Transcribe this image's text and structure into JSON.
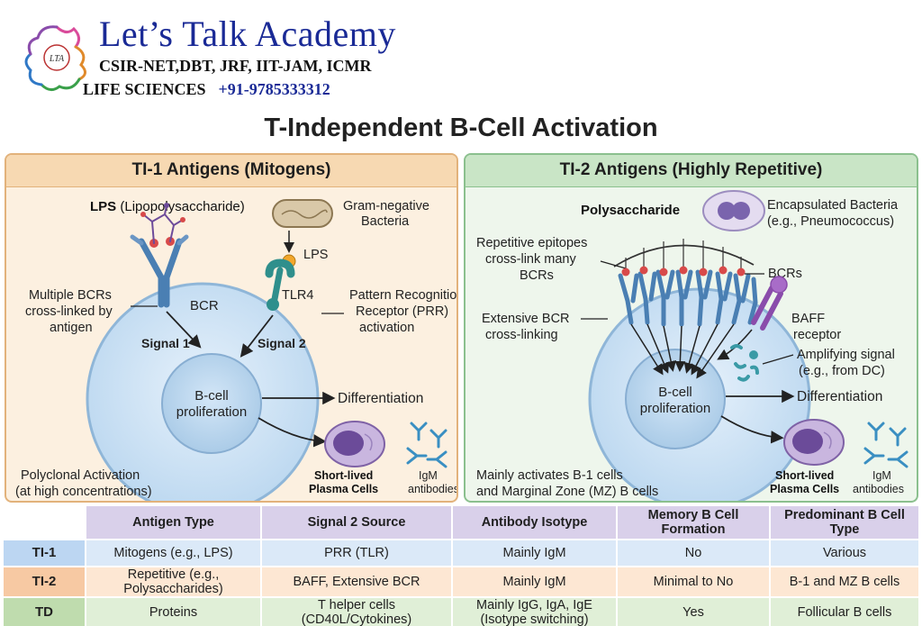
{
  "header": {
    "brand": "Let’s Talk Academy",
    "exams": "CSIR-NET,DBT, JRF, IIT-JAM, ICMR",
    "subject": "LIFE SCIENCES",
    "phone": "+91-9785333312",
    "logo_text": "LTA"
  },
  "title": "T-Independent B-Cell Activation",
  "ti1": {
    "heading": "TI-1 Antigens (Mitogens)",
    "lps_bold": "LPS",
    "lps_rest": "(Lipopolysaccharide)",
    "gram1": "Gram-negative",
    "gram2": "Bacteria",
    "lps_small": "LPS",
    "multi1": "Multiple BCRs",
    "multi2": "cross-linked by",
    "multi3": "antigen",
    "bcr": "BCR",
    "tlr4": "TLR4",
    "prr1": "Pattern Recognition",
    "prr2": "Receptor (PRR)",
    "prr3": "activation",
    "signal1": "Signal 1",
    "signal2": "Signal 2",
    "bcell1": "B-cell",
    "bcell2": "proliferation",
    "differentiation": "Differentiation",
    "plasma1": "Short-lived",
    "plasma2": "Plasma Cells",
    "igm1": "IgM",
    "igm2": "antibodies",
    "poly1": "Polyclonal Activation",
    "poly2": "(at high concentrations)"
  },
  "ti2": {
    "heading": "TI-2 Antigens (Highly Repetitive)",
    "polysaccharide": "Polysaccharide",
    "encap1": "Encapsulated Bacteria",
    "encap2": "(e.g., Pneumococcus)",
    "rep1": "Repetitive epitopes",
    "rep2": "cross-link many",
    "rep3": "BCRs",
    "bcrs": "BCRs",
    "ext1": "Extensive BCR",
    "ext2": "cross-linking",
    "baff1": "BAFF",
    "baff2": "receptor",
    "amp1": "Amplifying signal",
    "amp2": "(e.g., from DC)",
    "bcell1": "B-cell",
    "bcell2": "proliferation",
    "differentiation": "Differentiation",
    "plasma1": "Short-lived",
    "plasma2": "Plasma Cells",
    "igm1": "IgM",
    "igm2": "antibodies",
    "mainly1": "Mainly activates B-1 cells",
    "mainly2": "and Marginal Zone (MZ) B cells"
  },
  "table": {
    "headers": [
      "Antigen Type",
      "Signal 2 Source",
      "Antibody Isotype",
      "Memory B Cell Formation",
      "Predominant B Cell Type"
    ],
    "rows": [
      {
        "label": "TI-1",
        "cells": [
          "Mitogens (e.g., LPS)",
          "PRR (TLR)",
          "Mainly IgM",
          "No",
          "Various"
        ]
      },
      {
        "label": "TI-2",
        "cells": [
          "Repetitive (e.g., Polysaccharides)",
          "BAFF,  Extensive BCR",
          "Mainly IgM",
          "Minimal to No",
          "B-1 and MZ B cells"
        ]
      },
      {
        "label": "TD",
        "cells": [
          "Proteins",
          "T helper cells (CD40L/Cytokines)",
          "Mainly IgG, IgA, IgE (Isotype switching)",
          "Yes",
          "Follicular B cells"
        ]
      }
    ]
  },
  "colors": {
    "brand_blue": "#1a2a96",
    "ti1_panel": "#fcf0e0",
    "ti2_panel": "#eef6ec",
    "cell_blue": "#cfe3f4",
    "receptor_blue": "#4a7fb3",
    "epitope_red": "#d84a4a",
    "tlr_teal": "#2f8f8c",
    "baff_purple": "#8a4cab"
  }
}
